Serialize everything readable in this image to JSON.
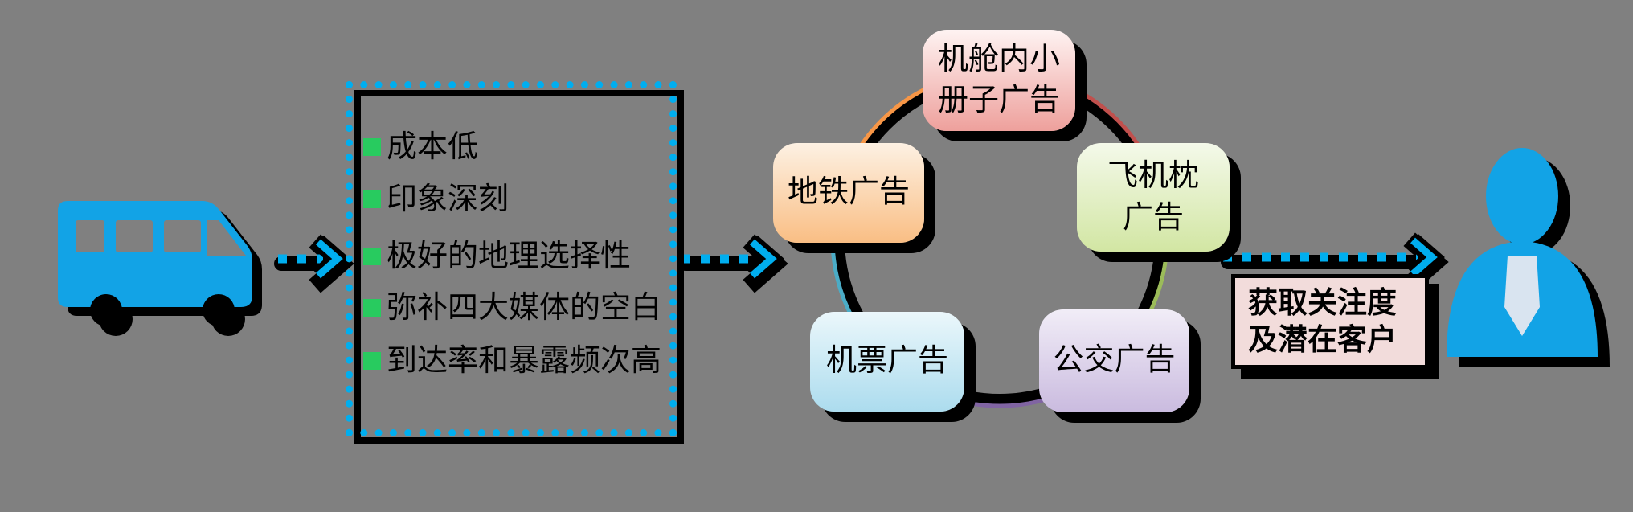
{
  "canvas": {
    "background": "#808080"
  },
  "icons": {
    "source": "bus-icon",
    "target": "person-icon",
    "icon_color": "#12A3E6"
  },
  "arrows": {
    "color": "#00AEEF",
    "shadow_color": "#000000",
    "style": "dotted"
  },
  "benefits": {
    "border_color": "#00AEEF",
    "bullet_colors": [
      "#1AC78E",
      "#28CB5F",
      "#28CB5F",
      "#28CB5F",
      "#28CB5F"
    ],
    "items": [
      "成本低",
      "印象深刻",
      "极好的地理选择性",
      "弥补四大媒体的空白",
      "到达率和暴露频次高"
    ]
  },
  "cycle": {
    "ring_color": "#000000",
    "segment_colors": [
      "#F79646",
      "#C0504D",
      "#9BBB59",
      "#8064A2",
      "#4BACC6"
    ],
    "cabin": {
      "line1": "机舱内小",
      "line2": "册子广告",
      "accent": "#C0504D"
    },
    "subway": {
      "label": "地铁广告",
      "accent": "#F79646"
    },
    "pillow": {
      "line1": "飞机枕",
      "line2": "广告",
      "accent": "#9BBB59"
    },
    "ticket": {
      "label": "机票广告",
      "accent": "#4BACC6"
    },
    "busad": {
      "label": "公交广告",
      "accent": "#8064A2"
    }
  },
  "result": {
    "line1": "获取关注度",
    "line2": "及潜在客户",
    "background": "#F2DCDB"
  }
}
